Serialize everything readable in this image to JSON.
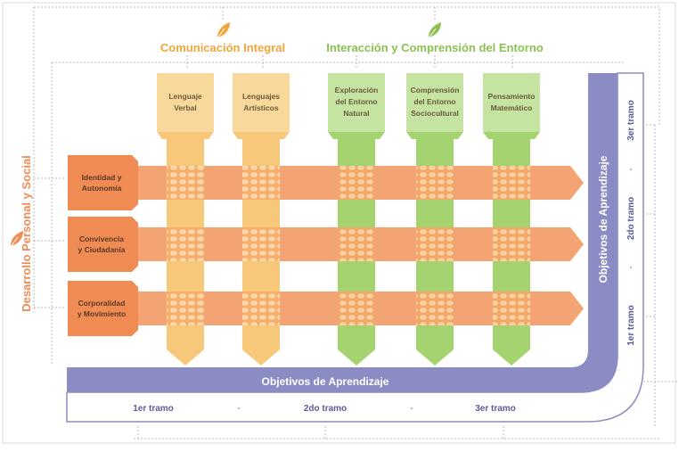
{
  "headers": {
    "comunicacion": "Comunicación Integral",
    "interaccion": "Interacción y Comprensión del Entorno",
    "desarrollo": "Desarrollo Personal y Social"
  },
  "columns": [
    {
      "lines": [
        "Lenguaje",
        "Verbal"
      ],
      "group": "comunicacion"
    },
    {
      "lines": [
        "Lenguajes",
        "Artísticos"
      ],
      "group": "comunicacion"
    },
    {
      "lines": [
        "Exploración",
        "del Entorno",
        "Natural"
      ],
      "group": "interaccion"
    },
    {
      "lines": [
        "Comprensión",
        "del Entorno",
        "Sociocultural"
      ],
      "group": "interaccion"
    },
    {
      "lines": [
        "Pensamiento",
        "Matemático"
      ],
      "group": "interaccion"
    }
  ],
  "rows": [
    {
      "lines": [
        "Identidad y",
        "Autonomía"
      ]
    },
    {
      "lines": [
        "Convivencia",
        "y Ciudadanía"
      ]
    },
    {
      "lines": [
        "Corporalidad",
        "y Movimiento"
      ]
    }
  ],
  "objetivos": {
    "bottom": "Objetivos de Aprendizaje",
    "side": "Objetivos de Aprendizaje"
  },
  "tramos": {
    "t1": "1er tramo",
    "t2": "2do tramo",
    "t3": "3er tramo",
    "dash": "-"
  },
  "colors": {
    "orange_header": "#f0a63a",
    "green_header": "#8cc152",
    "orange_bar": "#f4a373",
    "orange_box": "#f08b54",
    "yellow_col": "#f7c77a",
    "yellow_top": "#f9d89c",
    "green_col": "#a5d36f",
    "green_top": "#c5e4a2",
    "purple": "#8c8cc4",
    "purple_text": "#5a5a9a"
  }
}
